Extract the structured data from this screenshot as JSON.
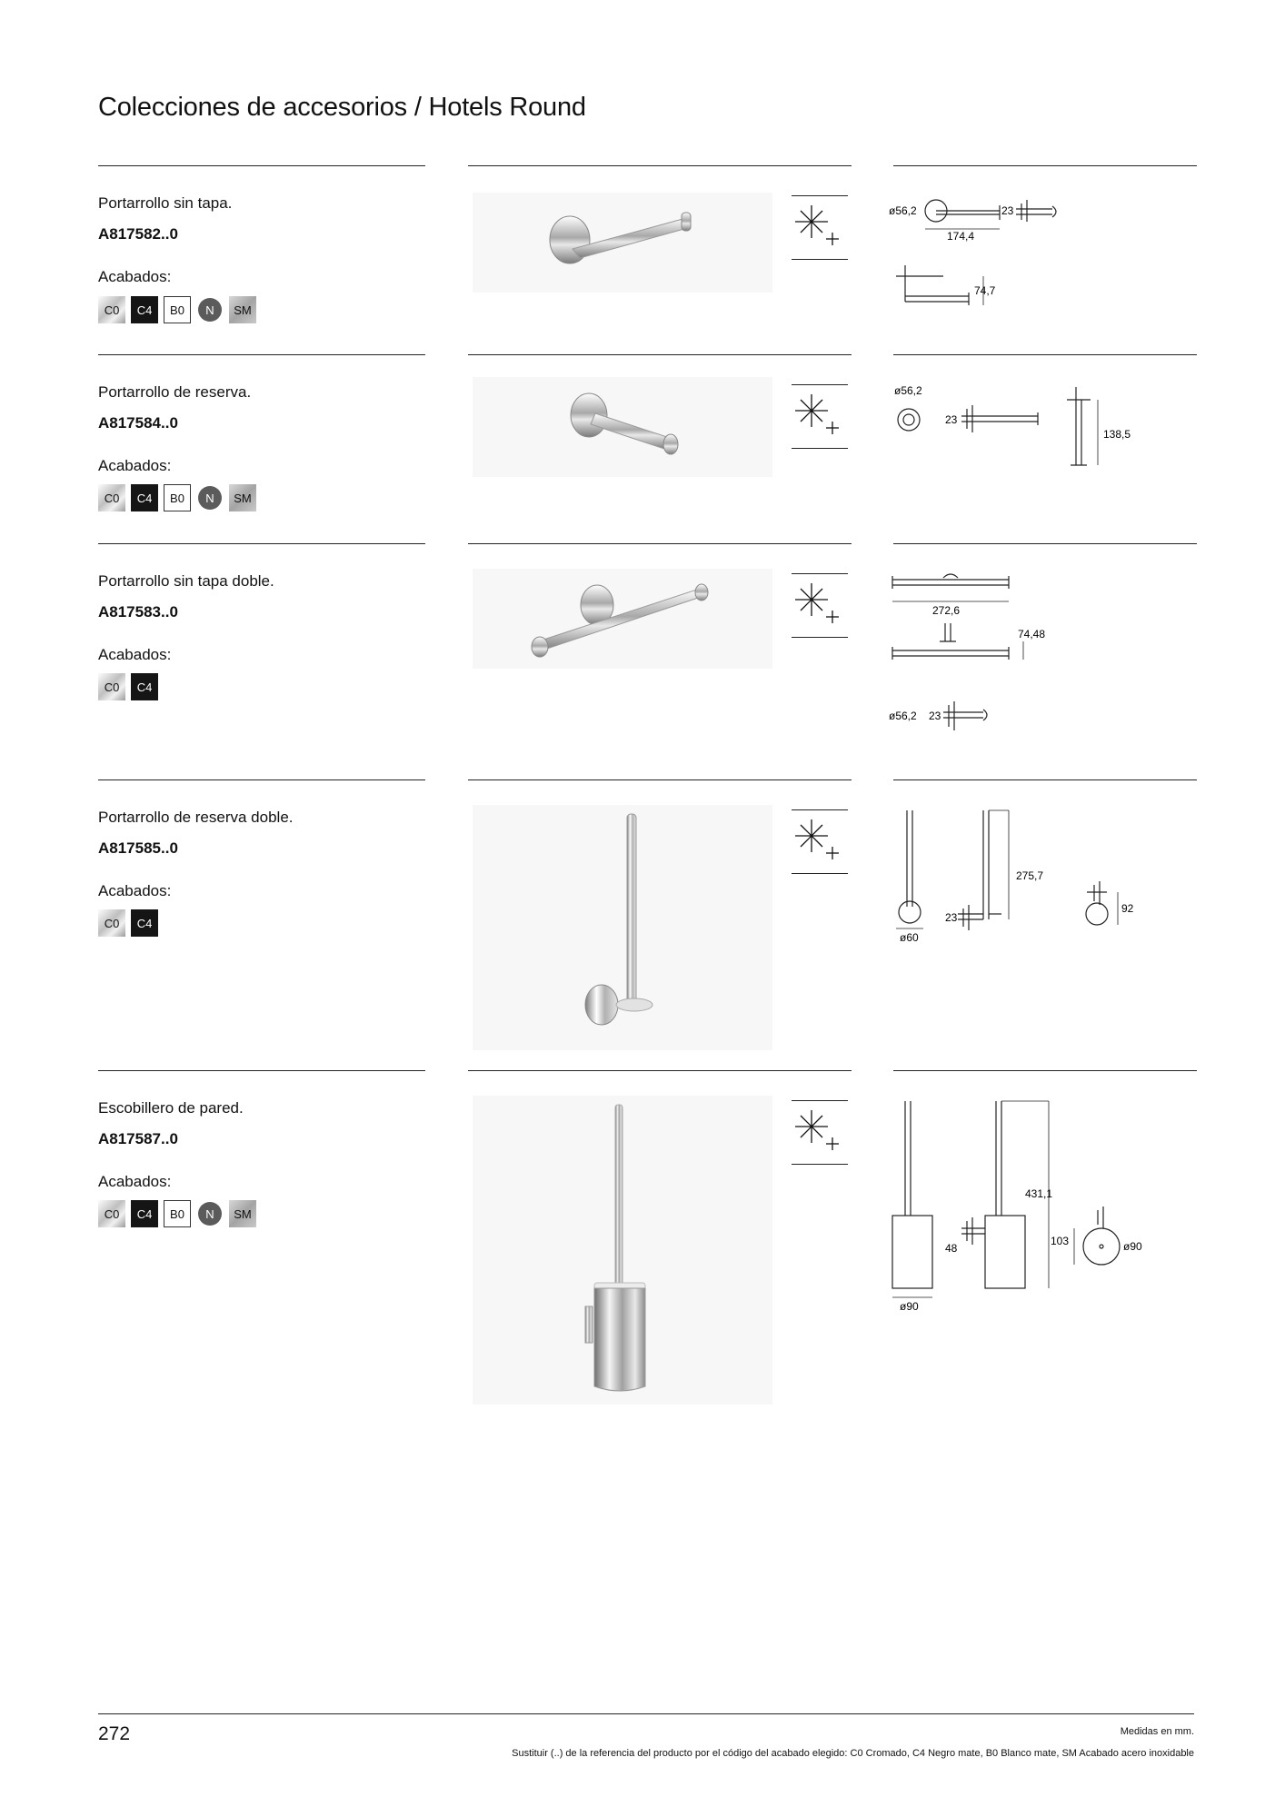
{
  "page": {
    "title": "Colecciones de accesorios / Hotels Round",
    "page_number": "272",
    "units_note": "Medidas en mm.",
    "footnote": "Sustituir (..) de la referencia del producto por el código del acabado elegido: C0 Cromado, C4 Negro mate, B0 Blanco mate, SM Acabado acero inoxidable"
  },
  "finishes_label": "Acabados:",
  "products": [
    {
      "name": "Portarrollo sin tapa.",
      "code": "A817582..0",
      "finishes": [
        "C0",
        "C4",
        "B0",
        "N",
        "SM"
      ],
      "dimensions": [
        "ø56,2",
        "174,4",
        "23",
        "74,7"
      ]
    },
    {
      "name": "Portarrollo de reserva.",
      "code": "A817584..0",
      "finishes": [
        "C0",
        "C4",
        "B0",
        "N",
        "SM"
      ],
      "dimensions": [
        "ø56,2",
        "23",
        "138,5"
      ]
    },
    {
      "name": "Portarrollo sin tapa doble.",
      "code": "A817583..0",
      "finishes": [
        "C0",
        "C4"
      ],
      "dimensions": [
        "272,6",
        "74,48",
        "ø56,2",
        "23"
      ]
    },
    {
      "name": "Portarrollo de reserva doble.",
      "code": "A817585..0",
      "finishes": [
        "C0",
        "C4"
      ],
      "dimensions": [
        "275,7",
        "23",
        "ø60",
        "92"
      ]
    },
    {
      "name": "Escobillero de pared.",
      "code": "A817587..0",
      "finishes": [
        "C0",
        "C4",
        "B0",
        "N",
        "SM"
      ],
      "dimensions": [
        "431,1",
        "48",
        "103",
        "ø90",
        "ø90"
      ]
    }
  ]
}
